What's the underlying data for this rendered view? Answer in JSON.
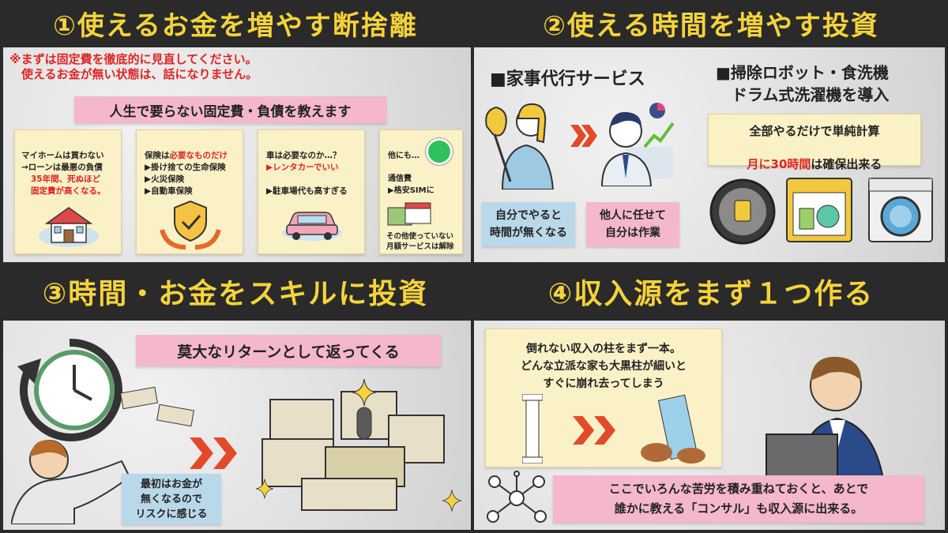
{
  "headers": {
    "h1": "①使えるお金を増やす断捨離",
    "h2": "②使える時間を増やす投資",
    "h3": "③時間・お金をスキルに投資",
    "h4": "④収入源をまず１つ作る"
  },
  "p1": {
    "warning": "※まずは固定費を徹底的に見直してください。\n　使えるお金が無い状態は、話になりません。",
    "banner": "人生で要らない固定費・負債を教えます",
    "card1_a": "マイホームは買わない\n→ローンは最悪の負債",
    "card1_b": "35年間、死ぬほど\n固定費が高くなる。",
    "card2_a": "保険は",
    "card2_red": "必要なものだけ",
    "card2_b": "▶掛け捨ての生命保険\n▶火災保険\n▶自動車保険",
    "card3_a": "車は必要なのか…？",
    "card3_red": "▶レンタカーでいい",
    "card3_b": "▶駐車場代も高すぎる",
    "card4_a": "他にも…",
    "card4_b": "通信費\n▶格安SIMに",
    "card4_c": "その他使っていない\n月額サービスは解除"
  },
  "p2": {
    "left_title": "■家事代行サービス",
    "right_title": "■掃除ロボット・食洗機\n　ドラム式洗濯機を導入",
    "calc_a": "全部やるだけで単純計算",
    "calc_red": "月に30時間",
    "calc_b": "は確保出来る",
    "self_box": "自分でやると\n時間が無くなる",
    "other_box": "他人に任せて\n自分は作業"
  },
  "p3": {
    "banner": "莫大なリターンとして返ってくる",
    "risk_box": "最初はお金が\n無くなるので\nリスクに感じる"
  },
  "p4": {
    "note": "倒れない収入の柱をまず一本。\nどんな立派な家も大黒柱が細いと\nすぐに崩れ去ってしまう",
    "banner": "ここでいろんな苦労を積み重ねておくと、あとで\n誰かに教える「コンサル」も収入源に出来る。"
  },
  "colors": {
    "header_text": "#f5d33a",
    "dark": "#2a2a2a",
    "pink": "#f4b7cc",
    "blue": "#b9d8ea",
    "sticky": "#fbf1c6",
    "red": "#e02424"
  }
}
